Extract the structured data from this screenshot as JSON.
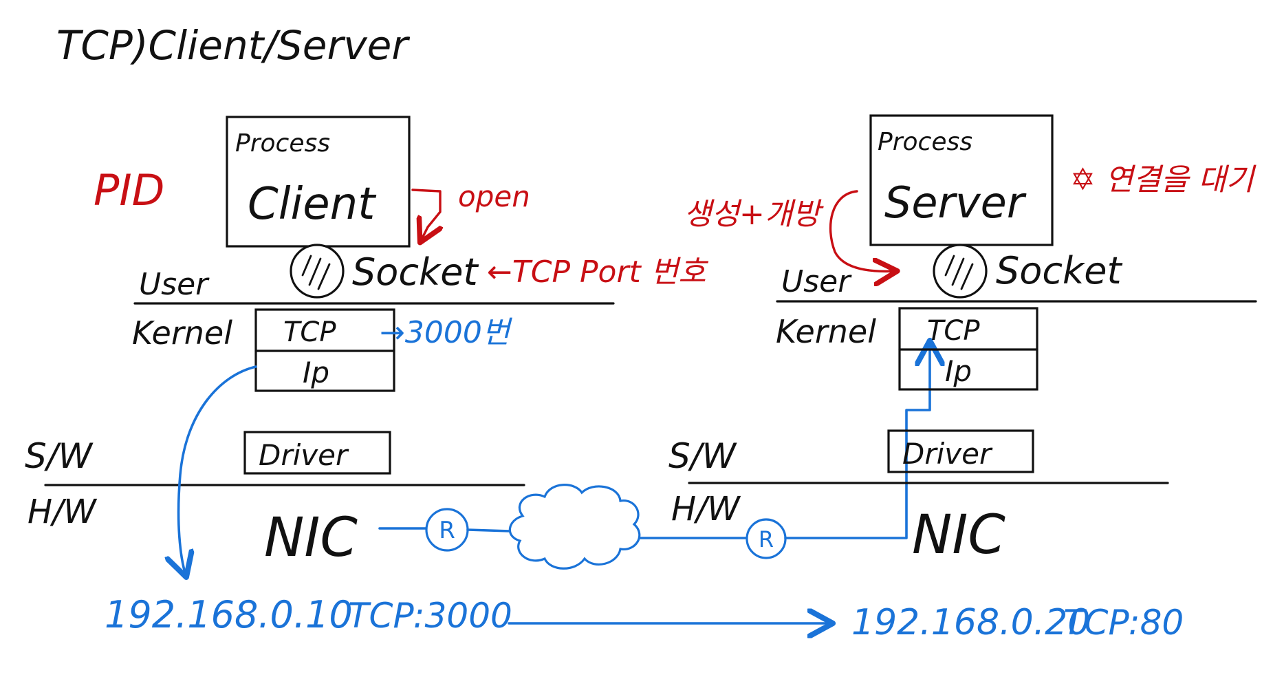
{
  "title": "TCP)Client/Server",
  "client": {
    "process_label": "Process",
    "process_name": "Client",
    "socket_label": "Socket",
    "user_label": "User",
    "kernel_label": "Kernel",
    "tcp_label": "TCP",
    "ip_label": "Ip",
    "sw_label": "S/W",
    "hw_label": "H/W",
    "driver_label": "Driver",
    "nic_label": "NIC",
    "pid_note": "PID",
    "open_note": "open",
    "port_note": "←TCP Port 번호",
    "port_value": "→3000번",
    "address": "192.168.0.10",
    "tcp_port": "TCP:3000"
  },
  "server": {
    "process_label": "Process",
    "process_name": "Server",
    "socket_label": "Socket",
    "user_label": "User",
    "kernel_label": "Kernel",
    "tcp_label": "TCP",
    "ip_label": "Ip",
    "sw_label": "S/W",
    "hw_label": "H/W",
    "driver_label": "Driver",
    "nic_label": "NIC",
    "create_note": "생성+개방",
    "wait_note": "✡ 연결을 대기",
    "address": "192.168.0.20",
    "tcp_port": "TCP:80"
  },
  "network": {
    "router_label": "R"
  },
  "colors": {
    "ink": "#111111",
    "annotation_red": "#c80f14",
    "annotation_blue": "#1a73d8"
  }
}
